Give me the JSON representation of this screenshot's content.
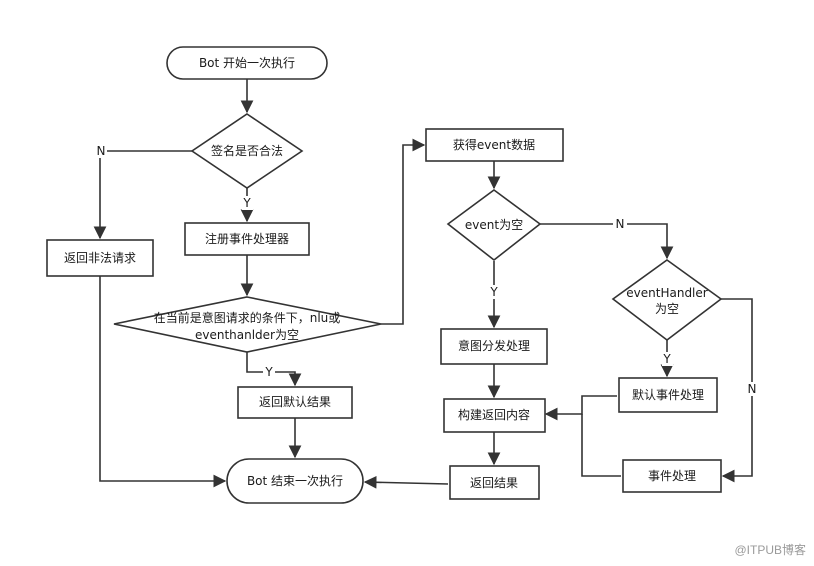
{
  "flowchart": {
    "nodes": {
      "start": "Bot 开始一次执行",
      "check_signature": "签名是否合法",
      "return_illegal": "返回非法请求",
      "register_handlers": "注册事件处理器",
      "intent_condition": [
        "在当前是意图请求的条件下，nlu或",
        "eventhanlder为空"
      ],
      "return_default": "返回默认结果",
      "end": "Bot 结束一次执行",
      "get_event_data": "获得event数据",
      "event_empty": "event为空",
      "intent_dispatch": "意图分发处理",
      "build_response": "构建返回内容",
      "return_result": "返回结果",
      "event_handler_empty": [
        "eventHandler",
        "为空"
      ],
      "default_event_handling": "默认事件处理",
      "event_handling": "事件处理"
    },
    "edge_labels": {
      "signature_no": "N",
      "signature_yes": "Y",
      "condition_yes": "Y",
      "event_no": "N",
      "event_yes": "Y",
      "handler_yes": "Y",
      "handler_no": "N"
    }
  },
  "watermark": "@ITPUB博客"
}
